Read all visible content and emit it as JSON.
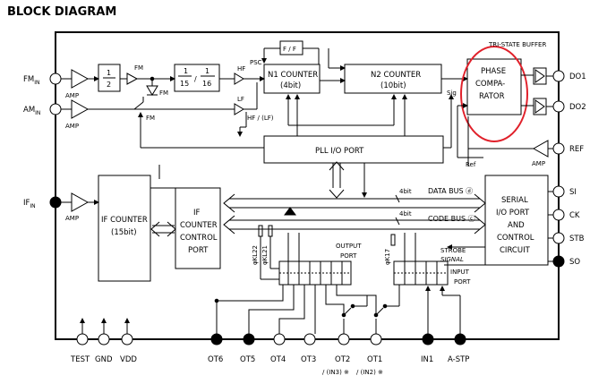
{
  "title": "BLOCK DIAGRAM",
  "inputs": {
    "fm_in": "FM",
    "am_in": "AM",
    "if_in": "IF",
    "in_sub": "IN"
  },
  "amp_label": "AMP",
  "divider_half": {
    "num": "1",
    "den": "2"
  },
  "divider_pre": {
    "a": "1",
    "a_den": "15",
    "sep": "/",
    "b": "1",
    "b_den": "16"
  },
  "fm_labels": [
    "FM",
    "FM",
    "FM"
  ],
  "hf_label": "HF",
  "lf_label": "LF",
  "hf_lf_label": "HF / (LF)",
  "psc_label": "PSC",
  "ff_label": "F / F",
  "n1_counter": {
    "line1": "N1 COUNTER",
    "line2": "(4bit)"
  },
  "n2_counter": {
    "line1": "N2 COUNTER",
    "line2": "(10bit)"
  },
  "sig_label": "Sig",
  "ref_small": "Ref",
  "phase_comparator": [
    "PHASE",
    "COMPA-",
    "RATOR"
  ],
  "tristate_label": "TRI-STATE  BUFFER",
  "pll_port": "PLL I/O PORT",
  "if_counter": {
    "line1": "IF COUNTER",
    "line2": "(15bit)"
  },
  "if_control": [
    "IF",
    "COUNTER",
    "CONTROL",
    "PORT"
  ],
  "data_bus": {
    "width": "4bit",
    "label": "DATA BUS ⓓ"
  },
  "code_bus": {
    "width": "4bit",
    "label": "CODE BUS ⓒ"
  },
  "serial_block": [
    "SERIAL",
    "I/O PORT",
    "AND",
    "CONTROL",
    "CIRCUIT"
  ],
  "strobe": [
    "STROBE",
    "SIGNAL"
  ],
  "output_port": [
    "OUTPUT",
    "PORT"
  ],
  "input_port": [
    "INPUT",
    "PORT"
  ],
  "phi_labels": [
    "φKL22",
    "φKL21",
    "φK17"
  ],
  "right_pins": [
    "DO1",
    "DO2",
    "REF",
    "SI",
    "CK",
    "STB",
    "SO"
  ],
  "bottom_pins": [
    "TEST",
    "GND",
    "VDD",
    "OT6",
    "OT5",
    "OT4",
    "OT3",
    "OT2",
    "OT1",
    "IN1",
    "A-STP"
  ],
  "bottom_notes": [
    "/ (IN3) ※",
    "/ (IN2) ※"
  ]
}
